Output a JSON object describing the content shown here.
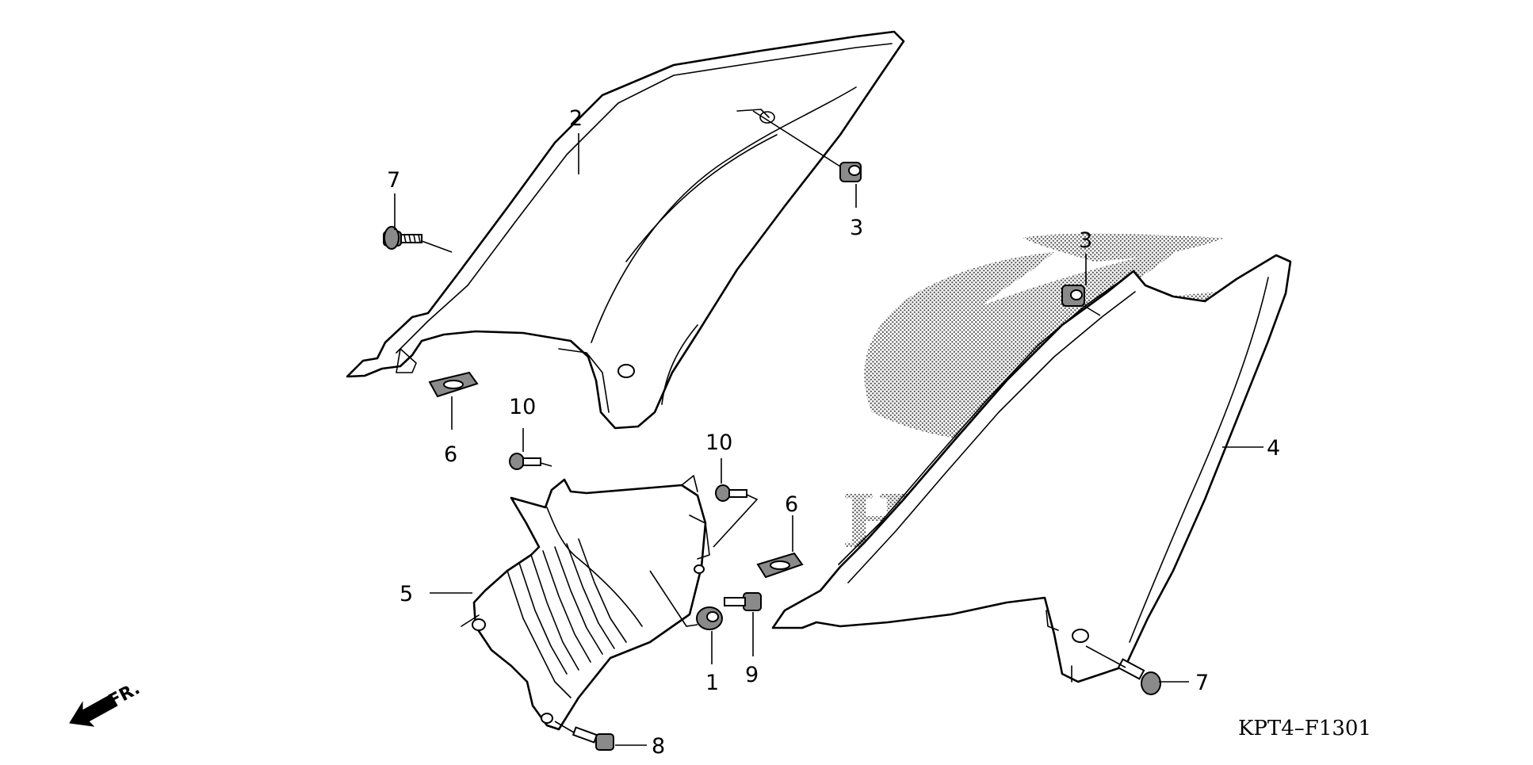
{
  "figure_code": "KPT4–F1301",
  "direction_indicator": "FR.",
  "logo_text": "HONDA",
  "callouts": {
    "c1": "1",
    "c2": "2",
    "c3a": "3",
    "c3b": "3",
    "c4": "4",
    "c5": "5",
    "c6a": "6",
    "c6b": "6",
    "c7a": "7",
    "c7b": "7",
    "c8": "8",
    "c9": "9",
    "c10a": "10",
    "c10b": "10"
  }
}
